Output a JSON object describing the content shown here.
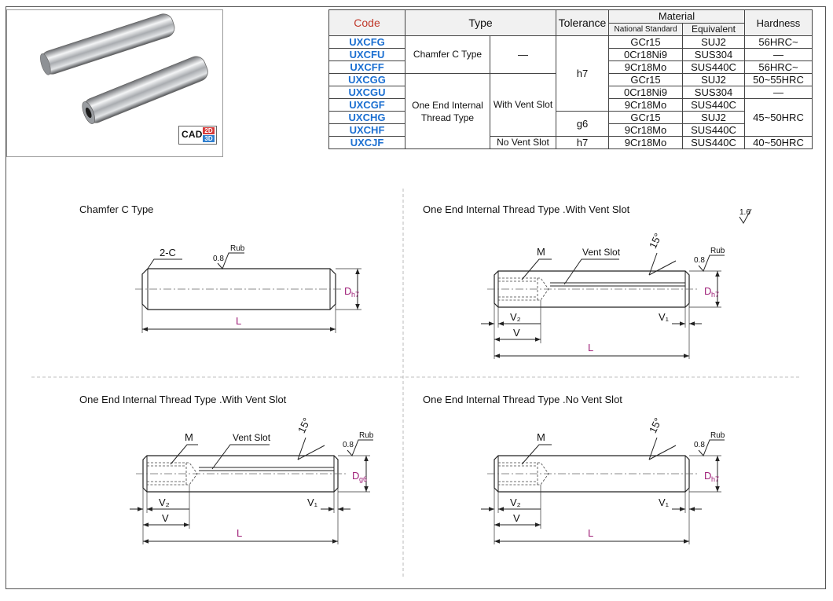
{
  "table": {
    "headers": {
      "code": "Code",
      "type": "Type",
      "tolerance": "Tolerance",
      "material": "Material",
      "national_standard": "National Standard",
      "equivalent": "Equivalent",
      "hardness": "Hardness"
    },
    "types": {
      "chamfer": "Chamfer C Type",
      "one_end": "One End Internal Thread Type",
      "with_vent": "With Vent Slot",
      "no_vent": "No Vent Slot",
      "dash": "—"
    },
    "tolerances": [
      "h7",
      "g6",
      "h7"
    ],
    "rows": [
      {
        "code": "UXCFG",
        "national": "GCr15",
        "equivalent": "SUJ2",
        "hardness": "56HRC~"
      },
      {
        "code": "UXCFU",
        "national": "0Cr18Ni9",
        "equivalent": "SUS304",
        "hardness": "—"
      },
      {
        "code": "UXCFF",
        "national": "9Cr18Mo",
        "equivalent": "SUS440C",
        "hardness": "56HRC~"
      },
      {
        "code": "UXCGG",
        "national": "GCr15",
        "equivalent": "SUJ2",
        "hardness": "50~55HRC"
      },
      {
        "code": "UXCGU",
        "national": "0Cr18Ni9",
        "equivalent": "SUS304",
        "hardness": "—"
      },
      {
        "code": "UXCGF",
        "national": "9Cr18Mo",
        "equivalent": "SUS440C",
        "hardness": ""
      },
      {
        "code": "UXCHG",
        "national": "GCr15",
        "equivalent": "SUJ2",
        "hardness": "45~50HRC"
      },
      {
        "code": "UXCHF",
        "national": "9Cr18Mo",
        "equivalent": "SUS440C",
        "hardness": ""
      },
      {
        "code": "UXCJF",
        "national": "9Cr18Mo",
        "equivalent": "SUS440C",
        "hardness": "40~50HRC"
      }
    ]
  },
  "cad_badge": {
    "text": "CAD",
    "b2d": "2D",
    "b3d": "3D"
  },
  "drawings": {
    "chamfer": {
      "title": "Chamfer C Type",
      "chamfer": "2-C",
      "rub": "Rub",
      "roughness": "0.8",
      "d": "D",
      "d_sub": "h7",
      "l": "L"
    },
    "vent_h7": {
      "title": "One End Internal Thread Type .With Vent Slot",
      "m": "M",
      "vent": "Vent Slot",
      "angle": "15°",
      "rub": "Rub",
      "roughness": "0.8",
      "d": "D",
      "d_sub": "h7",
      "v2": "V₂",
      "v": "V",
      "v1": "V₁",
      "l": "L"
    },
    "vent_g6": {
      "title": "One End Internal Thread Type .With Vent Slot",
      "m": "M",
      "vent": "Vent Slot",
      "angle": "15°",
      "rub": "Rub",
      "roughness": "0.8",
      "d": "D",
      "d_sub": "g6",
      "v2": "V₂",
      "v": "V",
      "v1": "V₁",
      "l": "L"
    },
    "novent": {
      "title": "One End Internal Thread Type .No Vent Slot",
      "m": "M",
      "angle": "15°",
      "rub": "Rub",
      "roughness": "0.8",
      "d": "D",
      "d_sub": "h7",
      "v2": "V₂",
      "v": "V",
      "v1": "V₁",
      "l": "L"
    },
    "general_roughness": "1.6"
  },
  "colors": {
    "code": "#1b6fd1",
    "dim": "#a0227a"
  }
}
